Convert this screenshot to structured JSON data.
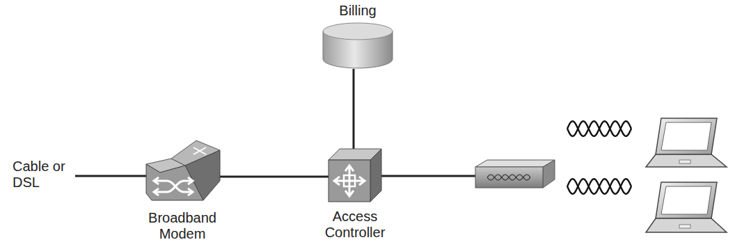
{
  "diagram": {
    "nodes": [
      {
        "text": [
          "Billing"
        ]
      },
      {
        "text": [
          "Broadband Modem"
        ]
      },
      {
        "text": [
          "Access Controller"
        ]
      }
    ],
    "edges": [
      {
        "from": 1,
        "to": 2,
        "arrow": "none"
      },
      {
        "from": 2,
        "to": 0,
        "arrow": "none"
      }
    ],
    "labels": [
      "Cable or DSL"
    ]
  }
}
